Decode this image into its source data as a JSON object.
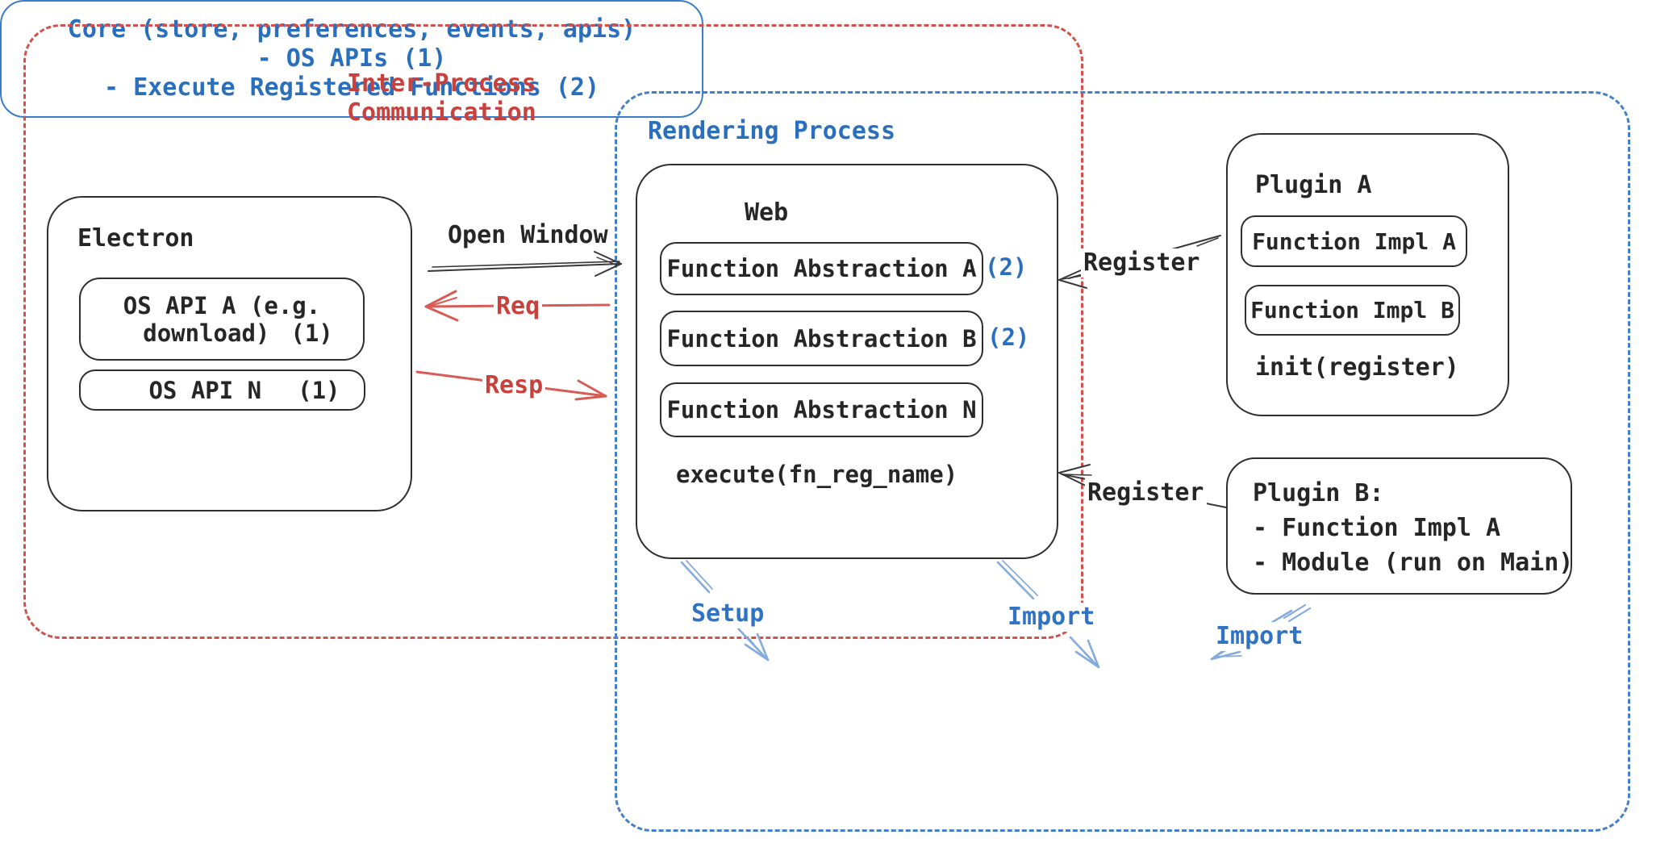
{
  "colors": {
    "red": "#c9403c",
    "blue": "#2a6fbe",
    "arrow_blue": "#85abde",
    "red_dash_border": "#d4504a",
    "blue_dash_border": "#4480c9",
    "black": "#262626"
  },
  "ipc_region": {
    "label_line1": "Inter-Process",
    "label_line2": "Communication"
  },
  "rendering_region": {
    "label": "Rendering Process"
  },
  "electron": {
    "title": "Electron",
    "os_api_a_line1": "OS API A (e.g.",
    "os_api_a_line2": "download)",
    "os_api_a_badge": "(1)",
    "os_api_n": "OS API N",
    "os_api_n_badge": "(1)"
  },
  "web": {
    "title": "Web",
    "fa_a": "Function Abstraction A",
    "fa_a_badge": "(2)",
    "fa_b": "Function Abstraction B",
    "fa_b_badge": "(2)",
    "fa_n": "Function Abstraction N",
    "execute": "execute(fn_reg_name)"
  },
  "plugin_a": {
    "title": "Plugin A",
    "impl_a": "Function Impl A",
    "impl_b": "Function Impl B",
    "init": "init(register)"
  },
  "plugin_b": {
    "title": "Plugin B:",
    "item1": "- Function Impl A",
    "item2": "- Module (run on Main)"
  },
  "core": {
    "line1": "Core (store, preferences, events, apis)",
    "line2": "- OS APIs (1)",
    "line3": "- Execute Registered Functions (2)"
  },
  "arrows": {
    "open_window": "Open Window",
    "req": "Req",
    "resp": "Resp",
    "register_top": "Register",
    "register_bottom": "Register",
    "setup": "Setup",
    "import_left": "Import",
    "import_right": "Import"
  }
}
